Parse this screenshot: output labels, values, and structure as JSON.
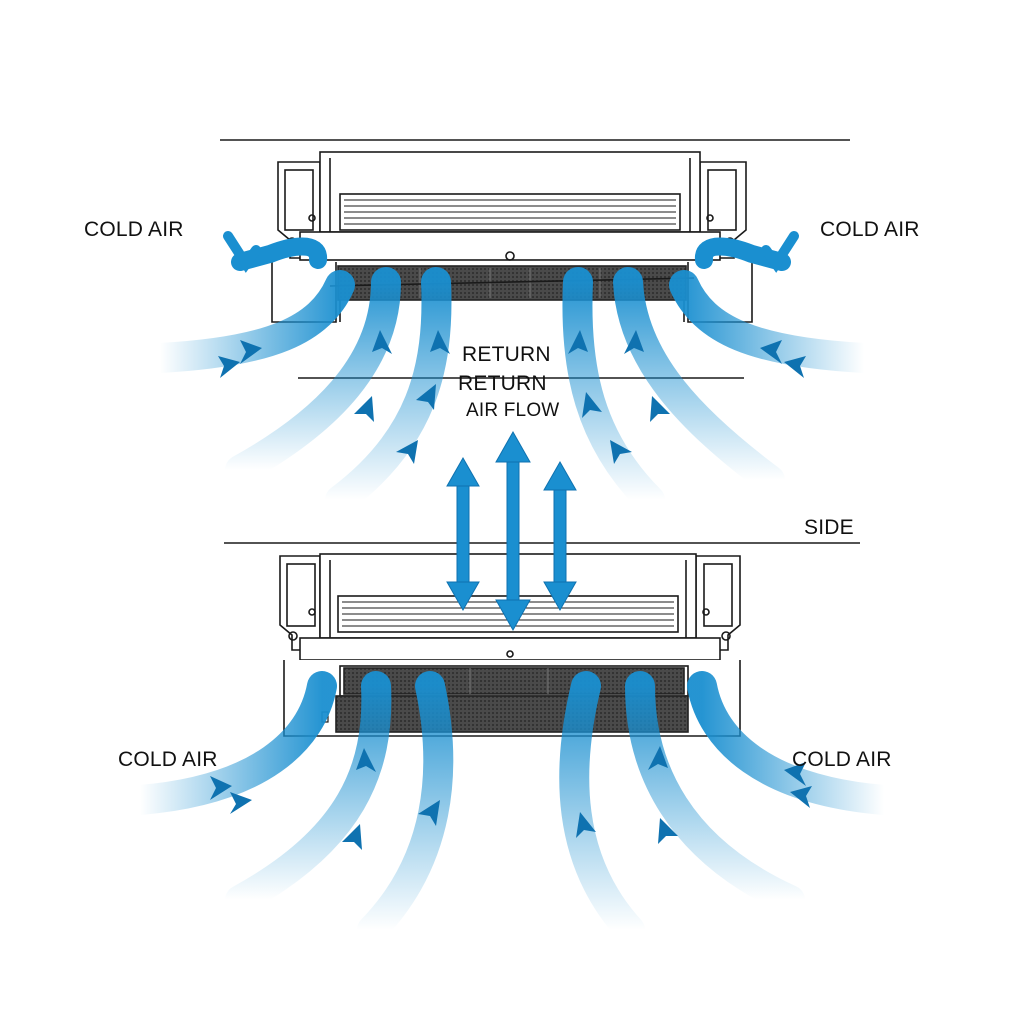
{
  "labels": {
    "top_left": "COLD AIR",
    "top_right": "COLD AIR",
    "return_1": "RETURN",
    "return_2": "RETURN",
    "return_3": "AIR FLOW",
    "side": "SIDE",
    "bottom_left": "COLD AIR",
    "bottom_right": "COLD AIR"
  },
  "colors": {
    "airflow": "#1a8fd0",
    "airflow_dark": "#0f72b0",
    "line": "#1a1a1a",
    "filter": "#3c3c3c",
    "background": "#ffffff"
  }
}
